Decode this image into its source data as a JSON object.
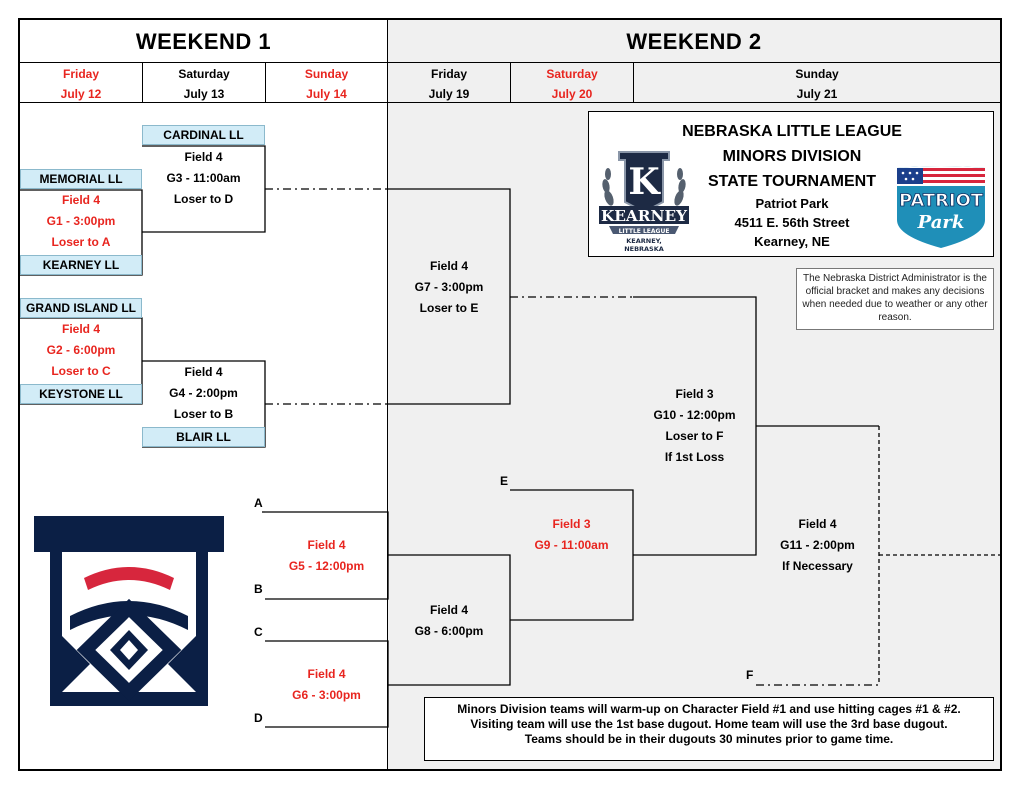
{
  "header": {
    "weekend1": "WEEKEND 1",
    "weekend2": "WEEKEND 2",
    "days": [
      {
        "day": "Friday",
        "date": "July 12",
        "color": "#e8251f"
      },
      {
        "day": "Saturday",
        "date": "July 13",
        "color": "#000000"
      },
      {
        "day": "Sunday",
        "date": "July 14",
        "color": "#e8251f"
      },
      {
        "day": "Friday",
        "date": "July 19",
        "color": "#000000"
      },
      {
        "day": "Saturday",
        "date": "July 20",
        "color": "#e8251f"
      },
      {
        "day": "Sunday",
        "date": "July 21",
        "color": "#000000"
      }
    ]
  },
  "teams": {
    "cardinal": "CARDINAL LL",
    "memorial": "MEMORIAL LL",
    "kearney": "KEARNEY LL",
    "grand_island": "GRAND ISLAND LL",
    "keystone": "KEYSTONE LL",
    "blair": "BLAIR LL"
  },
  "games": {
    "g1": {
      "field": "Field 4",
      "time": "G1 - 3:00pm",
      "note": "Loser to A"
    },
    "g2": {
      "field": "Field 4",
      "time": "G2 - 6:00pm",
      "note": "Loser to C"
    },
    "g3": {
      "field": "Field 4",
      "time": "G3 - 11:00am",
      "note": "Loser to D"
    },
    "g4": {
      "field": "Field 4",
      "time": "G4 - 2:00pm",
      "note": "Loser to B"
    },
    "g5": {
      "field": "Field 4",
      "time": "G5 - 12:00pm"
    },
    "g6": {
      "field": "Field 4",
      "time": "G6 - 3:00pm"
    },
    "g7": {
      "field": "Field 4",
      "time": "G7 - 3:00pm",
      "note": "Loser to E"
    },
    "g8": {
      "field": "Field 4",
      "time": "G8 - 6:00pm"
    },
    "g9": {
      "field": "Field 3",
      "time": "G9 - 11:00am"
    },
    "g10": {
      "field": "Field 3",
      "time": "G10 - 12:00pm",
      "note": "Loser to F",
      "note2": "If 1st Loss"
    },
    "g11": {
      "field": "Field 4",
      "time": "G11 - 2:00pm",
      "note": "If Necessary"
    }
  },
  "slots": {
    "a": "A",
    "b": "B",
    "c": "C",
    "d": "D",
    "e": "E",
    "f": "F"
  },
  "tournament": {
    "line1": "NEBRASKA LITTLE LEAGUE",
    "line2": "MINORS DIVISION",
    "line3": "STATE TOURNAMENT",
    "venue": "Patriot Park",
    "address": "4511 E. 56th Street",
    "city": "Kearney, NE"
  },
  "kearney_logo": {
    "letter": "K",
    "banner": "KEARNEY",
    "ribbon": "LITTLE LEAGUE",
    "sub1": "KEARNEY,",
    "sub2": "NEBRASKA"
  },
  "patriot_logo": {
    "top": "PATRIOT",
    "bottom": "Park"
  },
  "note": "The Nebraska District Administrator is the official bracket and makes any decisions when needed due to weather or any other reason.",
  "footer": {
    "line1": "Minors Division teams will warm-up on Character Field #1 and use hitting cages #1 & #2.",
    "line2": "Visiting team will use the 1st base dugout.  Home team will use the 3rd base dugout.",
    "line3": "Teams should be in their dugouts 30 minutes prior to game time."
  },
  "colors": {
    "red": "#e8251f",
    "team_fill": "#d2ecf7",
    "navy": "#0b1f45",
    "ll_red": "#d7263d"
  }
}
